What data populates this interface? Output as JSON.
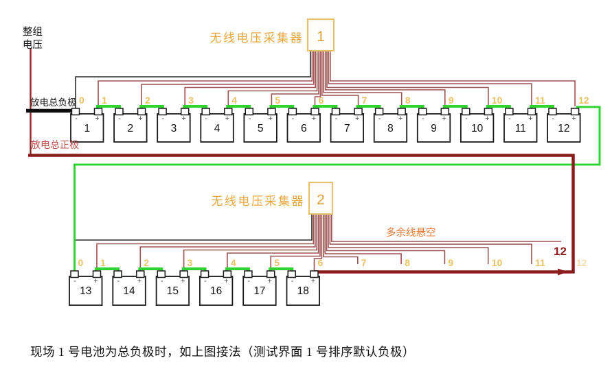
{
  "caption": "现场 1 号电池为总负极时，如上图接法（测试界面 1 号排序默认负极）",
  "colors": {
    "wire_maroon": "#9c5151",
    "wire_black": "#2b2b2b",
    "bus_negative_black": "#0d0d0d",
    "bus_positive_dark_red": "#8b1d1d",
    "pack_lead_red": "#8e2626",
    "link_green": "#2fd32f",
    "junction_label_orange": "#e9c268",
    "collector_border_orange": "#e6c36a",
    "collector_number_orange": "#dfa23f",
    "collector_title_orange": "#e8a63f",
    "floating_note_orange": "#e87a35",
    "positive_text_red": "#c0504d",
    "battery_border": "#1a1a1a",
    "text_black": "#111111"
  },
  "pack_voltage_label": {
    "line1": "整组",
    "line2": "电压"
  },
  "discharge_negative_label": "放电总负极",
  "discharge_positive_label": "放电总正极",
  "battery_marks": {
    "minus": "-",
    "plus": "+"
  },
  "collectors": [
    {
      "number": "1",
      "title": "无线电压采集器",
      "junction_labels": [
        "0",
        "1",
        "2",
        "3",
        "4",
        "5",
        "6",
        "7",
        "8",
        "9",
        "10",
        "11",
        "12"
      ],
      "batteries": [
        "1",
        "2",
        "3",
        "4",
        "5",
        "6",
        "7",
        "8",
        "9",
        "10",
        "11",
        "12"
      ]
    },
    {
      "number": "2",
      "title": "无线电压采集器",
      "junction_labels": [
        "0",
        "1",
        "2",
        "3",
        "4",
        "5",
        "6",
        "7",
        "8",
        "9",
        "10",
        "11"
      ],
      "faint_wire_label": "12",
      "bold_wire_label": "12",
      "floating_note": "多余线悬空",
      "batteries": [
        "13",
        "14",
        "15",
        "16",
        "17",
        "18"
      ]
    }
  ]
}
